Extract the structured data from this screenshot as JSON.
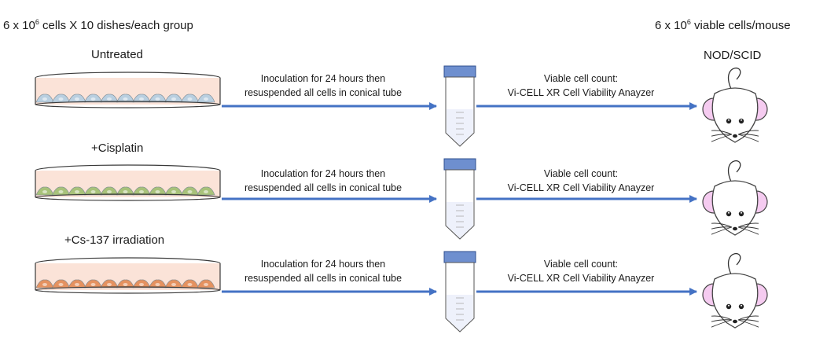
{
  "header": {
    "left_prefix": "6 x 10",
    "left_exp": "6",
    "left_suffix": " cells X 10 dishes/each group",
    "right_prefix": "6 x 10",
    "right_exp": "6",
    "right_suffix": " viable cells/mouse"
  },
  "recipient_label": "NOD/SCID",
  "groups": [
    {
      "label": "Untreated",
      "cell_color": "#b9cfe0",
      "step1": [
        "Inoculation for 24 hours then",
        "resuspended all cells in conical tube"
      ],
      "step2": [
        "Viable cell count:",
        "Vi-CELL XR Cell Viability Anayzer"
      ]
    },
    {
      "label": "+Cisplatin",
      "cell_color": "#a8c27a",
      "step1": [
        "Inoculation for 24 hours then",
        "resuspended all cells in conical tube"
      ],
      "step2": [
        "Viable cell count:",
        "Vi-CELL XR Cell Viability Anayzer"
      ]
    },
    {
      "label": "+Cs-137 irradiation",
      "cell_color": "#e59260",
      "step1": [
        "Inoculation for 24 hours then",
        "resuspended all cells in conical tube"
      ],
      "step2": [
        "Viable cell count:",
        "Vi-CELL XR Cell Viability Anayzer"
      ]
    }
  ],
  "colors": {
    "arrow": "#4472c4",
    "dish_outline": "#3a3a3a",
    "media": "#fbe3d8",
    "tube_cap": "#6e8fcf",
    "mouse_ear": "#f5cbf0"
  }
}
